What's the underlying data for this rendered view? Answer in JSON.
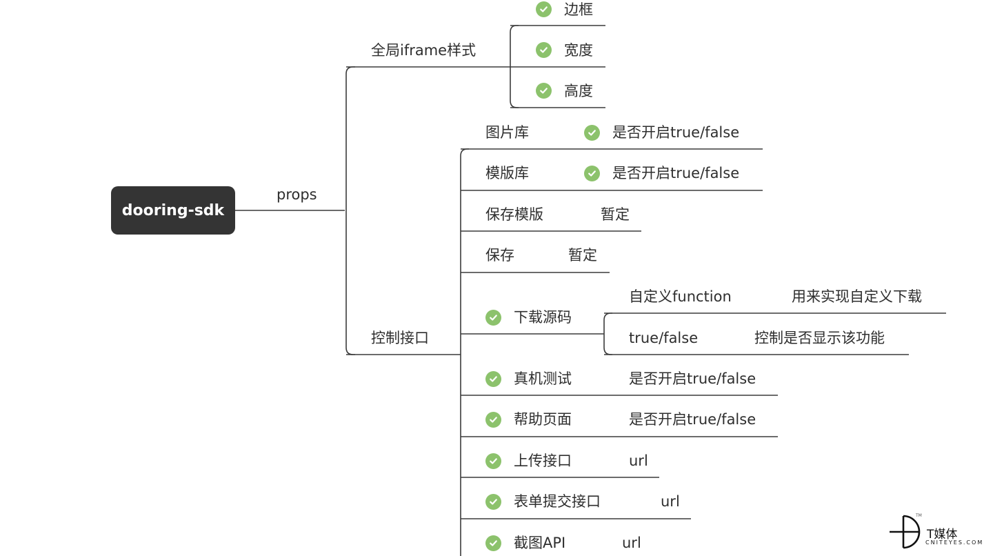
{
  "root": "dooring-sdk",
  "props_label": "props",
  "groups": {
    "iframe": {
      "label": "全局iframe样式",
      "items": [
        "边框",
        "宽度",
        "高度"
      ]
    },
    "control": {
      "label": "控制接口",
      "items": [
        {
          "label": "图片库",
          "value": "是否开启true/false"
        },
        {
          "label": "模版库",
          "value": "是否开启true/false"
        },
        {
          "label": "保存模版",
          "value": "暂定"
        },
        {
          "label": "保存",
          "value": "暂定"
        },
        {
          "label": "下载源码",
          "children": [
            {
              "label": "自定义function",
              "value": "用来实现自定义下载"
            },
            {
              "label": "true/false",
              "value": "控制是否显示该功能"
            }
          ]
        },
        {
          "label": "真机测试",
          "value": "是否开启true/false"
        },
        {
          "label": "帮助页面",
          "value": "是否开启true/false"
        },
        {
          "label": "上传接口",
          "value": "url"
        },
        {
          "label": "表单提交接口",
          "value": "url"
        },
        {
          "label": "截图API",
          "value": "url"
        }
      ]
    }
  },
  "colors": {
    "check": "#8cc26c",
    "line": "#3a3a3a",
    "root_bg": "#343434"
  },
  "icon_name": "check-circle-icon",
  "watermark": {
    "cn": "T媒体",
    "en": "CNITEYES.COM",
    "tm": "TM"
  }
}
